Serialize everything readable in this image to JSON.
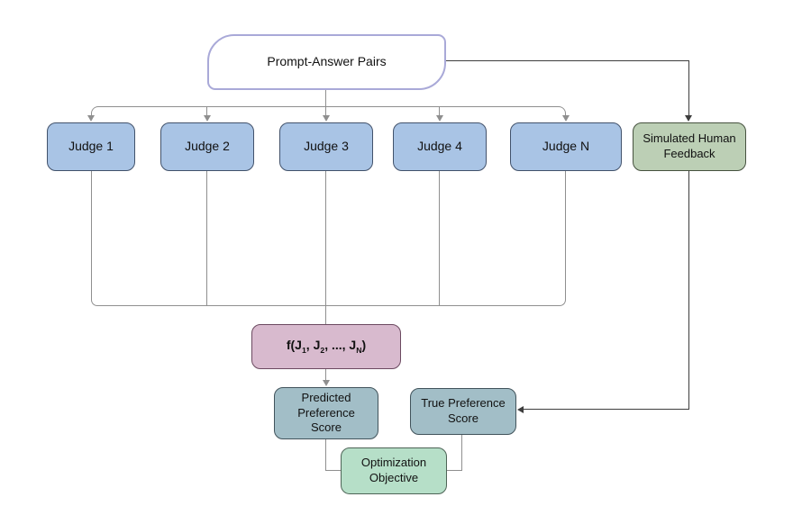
{
  "colors": {
    "line-gray": "#8f8f8f",
    "line-dark": "#3d3d3d",
    "blue-fill": "#a9c4e5",
    "blue-stroke": "#42526b",
    "green-fill": "#bccfb5",
    "green-stroke": "#46523f",
    "pink-fill": "#d8bace",
    "pink-stroke": "#6b4960",
    "teal-fill": "#a2bec7",
    "teal-stroke": "#41535b",
    "mint-fill": "#b6dfc8",
    "mint-stroke": "#4d6456",
    "card-stroke": "#a9a9d8"
  },
  "diagram": {
    "prompt_node": {
      "label": "Prompt-Answer Pairs"
    },
    "judges": [
      {
        "label": "Judge 1"
      },
      {
        "label": "Judge 2"
      },
      {
        "label": "Judge 3"
      },
      {
        "label": "Judge 4"
      },
      {
        "label": "Judge N"
      }
    ],
    "simulated_node": {
      "label": "Simulated Human Feedback"
    },
    "aggregator_node": {
      "prefix": "f(J",
      "sub_1": "1",
      "mid_1": ", J",
      "sub_2": "2",
      "mid_2": ", ..., J",
      "sub_n": "N",
      "suffix": ")"
    },
    "predicted_node": {
      "label": "Predicted Preference Score"
    },
    "true_node": {
      "label": "True Preference Score"
    },
    "objective_node": {
      "label": "Optimization Objective"
    }
  }
}
